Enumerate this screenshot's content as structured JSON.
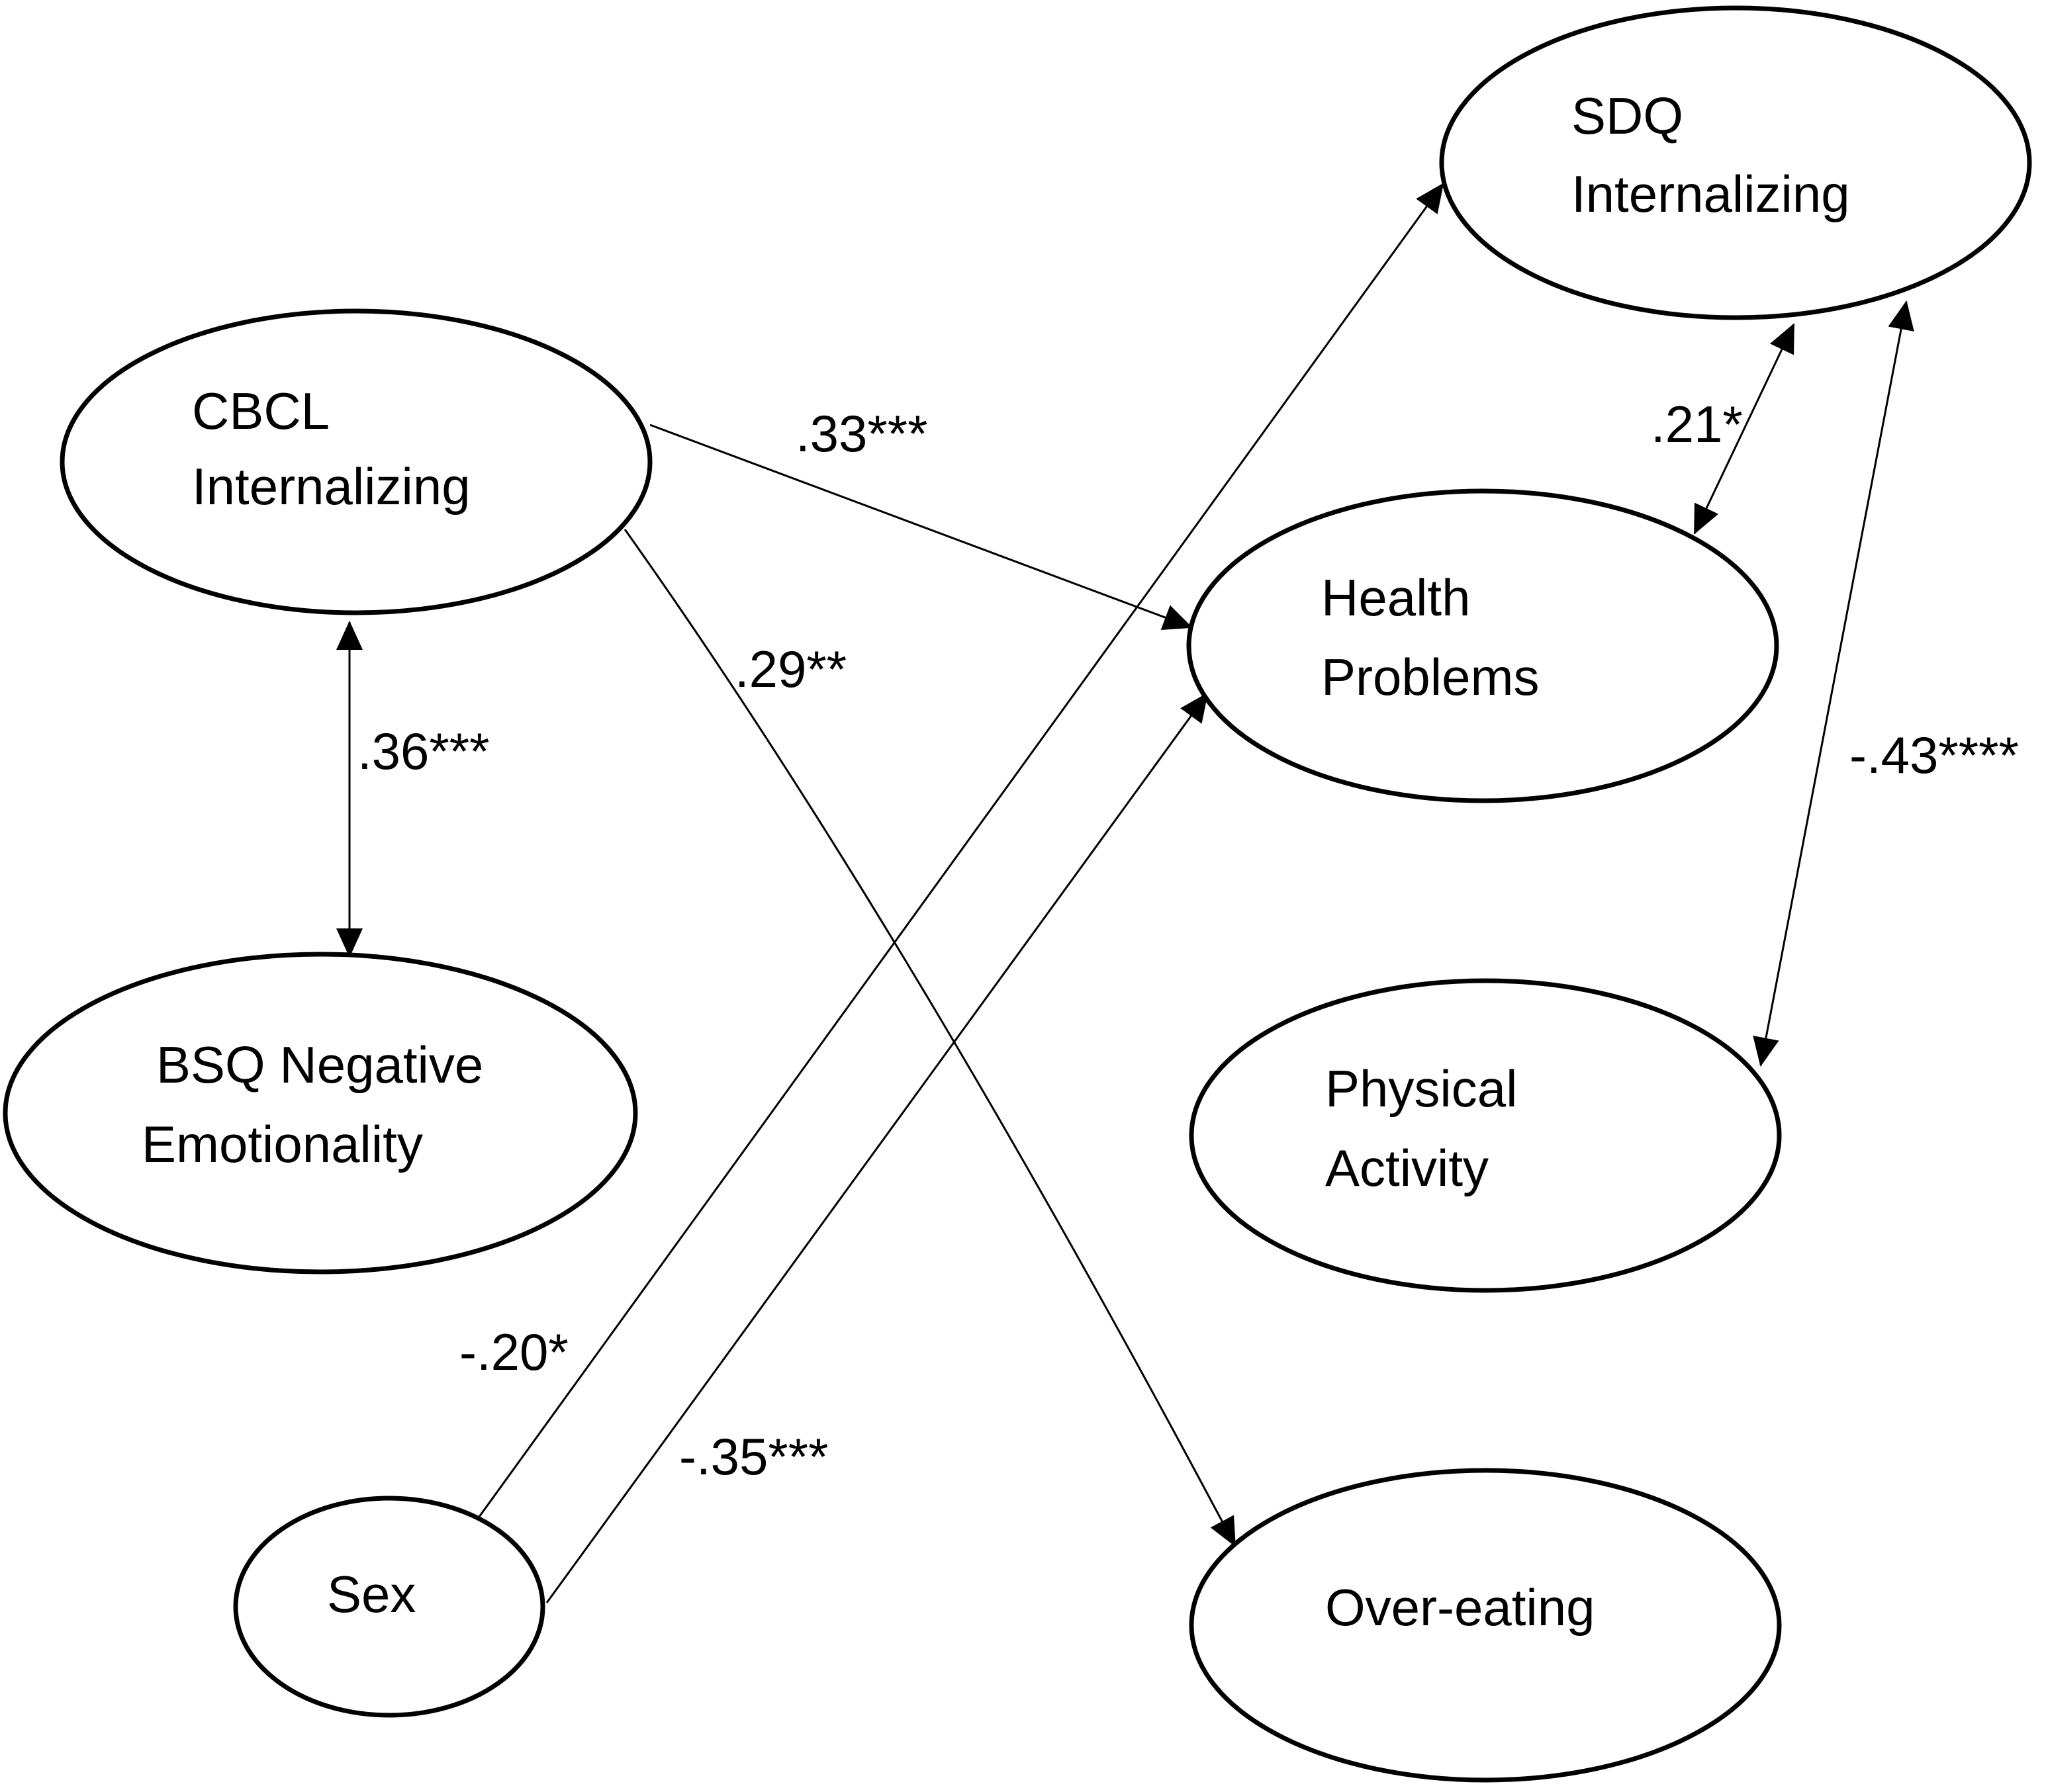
{
  "nodes": [
    {
      "id": "cbcl",
      "line1": "CBCL",
      "line2": "Internalizing"
    },
    {
      "id": "bsq",
      "line1": "BSQ Negative",
      "line2": "Emotionality"
    },
    {
      "id": "sex",
      "line1": "Sex",
      "line2": ""
    },
    {
      "id": "sdq",
      "line1": "SDQ",
      "line2": "Internalizing"
    },
    {
      "id": "health",
      "line1": "Health",
      "line2": "Problems"
    },
    {
      "id": "physical",
      "line1": "Physical",
      "line2": "Activity"
    },
    {
      "id": "overeating",
      "line1": "Over-eating",
      "line2": ""
    }
  ],
  "edges": [
    {
      "id": "cbcl-bsq",
      "from": "cbcl",
      "to": "bsq",
      "bidirectional": true,
      "label": ".36***"
    },
    {
      "id": "cbcl-health",
      "from": "cbcl",
      "to": "health",
      "bidirectional": false,
      "label": ".33***"
    },
    {
      "id": "cbcl-overeating",
      "from": "cbcl",
      "to": "overeating",
      "bidirectional": false,
      "label": ".29**"
    },
    {
      "id": "sex-sdq",
      "from": "sex",
      "to": "sdq",
      "bidirectional": false,
      "label": "-.20*"
    },
    {
      "id": "sex-health",
      "from": "sex",
      "to": "health",
      "bidirectional": false,
      "label": "-.35***"
    },
    {
      "id": "sdq-health",
      "from": "sdq",
      "to": "health",
      "bidirectional": true,
      "label": ".21*"
    },
    {
      "id": "sdq-physical",
      "from": "sdq",
      "to": "physical",
      "bidirectional": true,
      "label": "-.43****"
    }
  ]
}
